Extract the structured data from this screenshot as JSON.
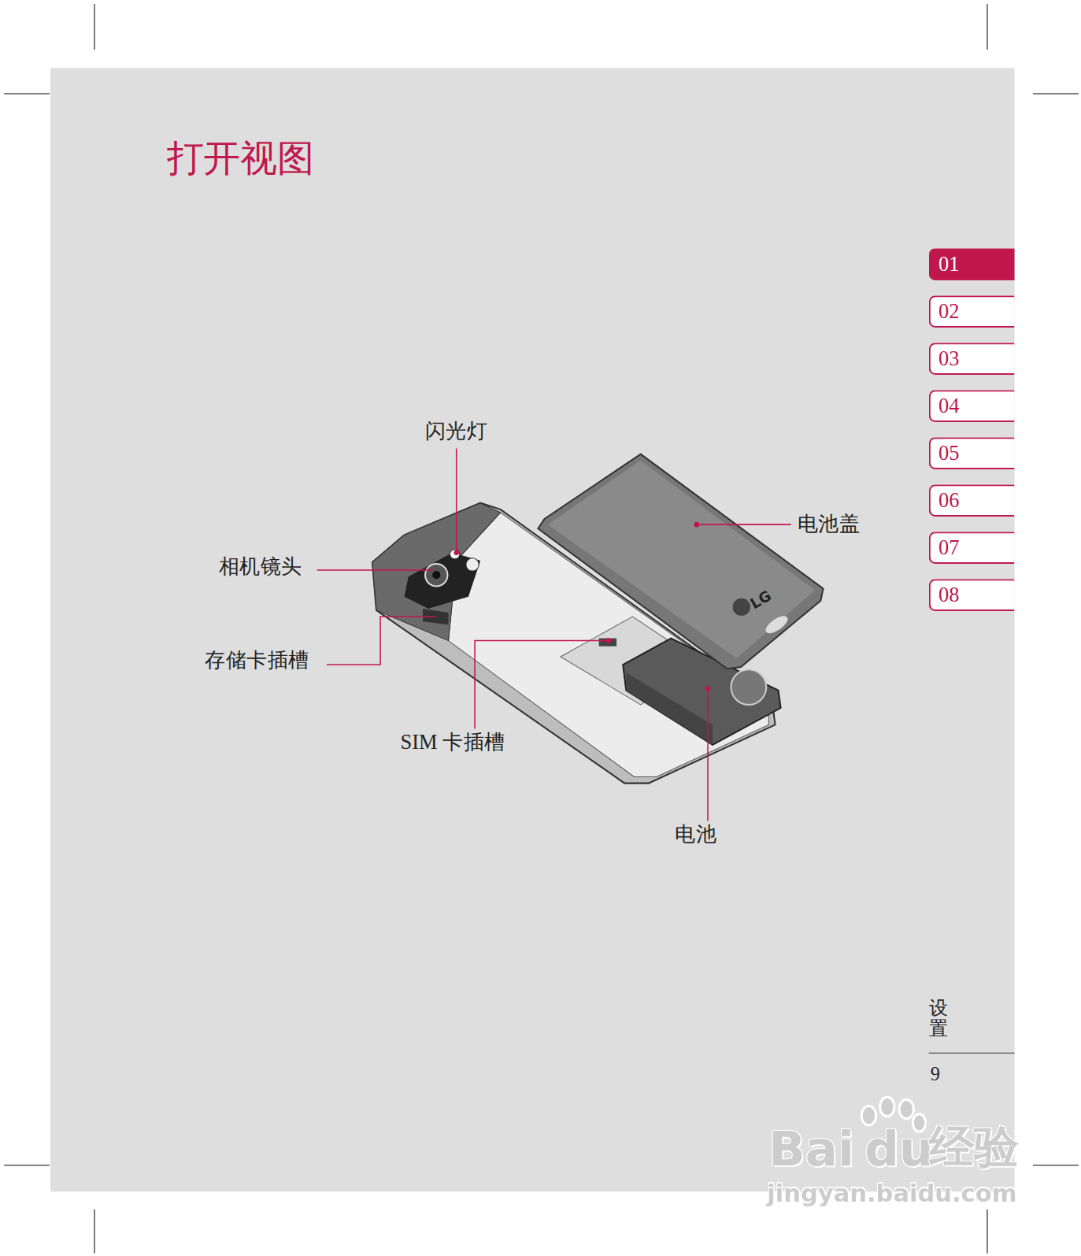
{
  "diagram": {
    "title": "打开视图",
    "nodes": [
      {
        "text": [
          "01"
        ]
      },
      {
        "text": [
          "02"
        ]
      },
      {
        "text": [
          "03"
        ]
      },
      {
        "text": [
          "04"
        ]
      },
      {
        "text": [
          "05"
        ]
      },
      {
        "text": [
          "06"
        ]
      },
      {
        "text": [
          "07"
        ]
      },
      {
        "text": [
          "08"
        ]
      }
    ],
    "labels": [
      "闪光灯",
      "电池盖",
      "相机镜头",
      "存储卡插槽",
      "SIM 卡插槽",
      "电池",
      "LG",
      "设置",
      "9",
      "Bai",
      "du",
      "经验",
      "jingyan.baidu.com"
    ]
  }
}
